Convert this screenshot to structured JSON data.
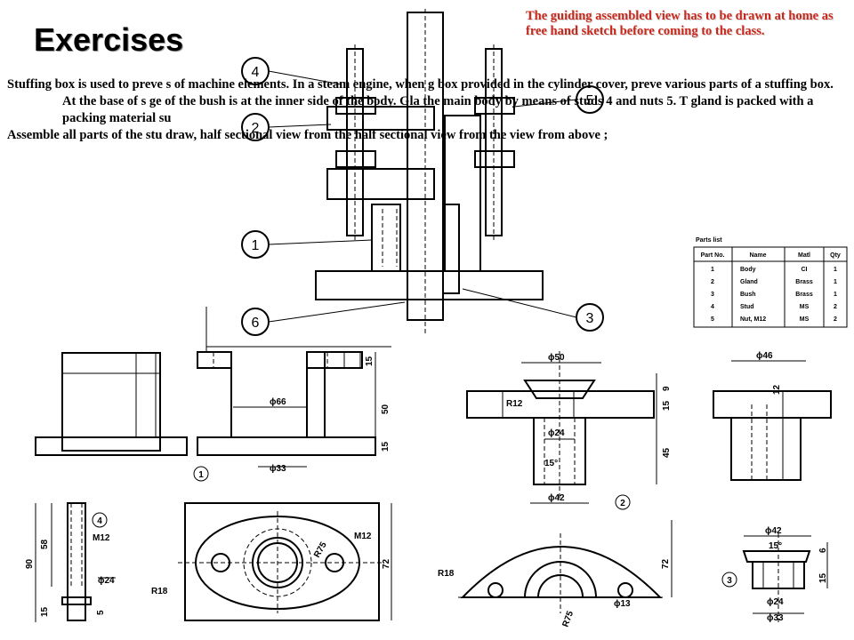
{
  "title": "Exercises",
  "note": "The guiding assembled view has to be drawn at home as free hand sketch before coming to the class.",
  "description": [
    "Stuffing box is used to preve                                                                                 s of machine elements. In a steam engine, when                                                                 g box provided in the cylinder cover, preve                                                          various parts of a stuffing box. At the base of s                                                   ge of the bush is at the inner side of the body. Gla                                               the main body by means of studs 4 and nuts 5. T                                                gland is packed with a packing material su"
  ],
  "task": "Assemble all parts of the stu                                                                      draw, half sectional view from the half sectional view from the view from above ;",
  "callouts": [
    "4",
    "2",
    "1",
    "6",
    "5",
    "3"
  ],
  "part_labels": [
    "1",
    "2",
    "3",
    "4"
  ],
  "dimensions": {
    "body": [
      "15",
      "50",
      "15",
      "ϕ66",
      "ϕ33"
    ],
    "gland": [
      "ϕ50",
      "R12",
      "ϕ24",
      "15°",
      "ϕ42",
      "15",
      "9",
      "45"
    ],
    "bush_top": [
      "ϕ46",
      "12"
    ],
    "stud": [
      "58",
      "M12",
      "90",
      "ϕ24",
      "15",
      "5"
    ],
    "body_plan": [
      "R75",
      "M12",
      "R18",
      "72"
    ],
    "gland_plan": [
      "R18",
      "R75",
      "ϕ13",
      "72"
    ],
    "bush": [
      "ϕ42",
      "15°",
      "6",
      "15",
      "ϕ24",
      "ϕ33"
    ]
  },
  "parts_list": {
    "title": "Parts list",
    "headers": [
      "Part No.",
      "Name",
      "Matl",
      "Qty"
    ],
    "rows": [
      [
        "1",
        "Body",
        "CI",
        "1"
      ],
      [
        "2",
        "Gland",
        "Brass",
        "1"
      ],
      [
        "3",
        "Bush",
        "Brass",
        "1"
      ],
      [
        "4",
        "Stud",
        "MS",
        "2"
      ],
      [
        "5",
        "Nut, M12",
        "MS",
        "2"
      ]
    ]
  },
  "colors": {
    "note": "#c8291c",
    "text": "#000000",
    "background": "#ffffff",
    "hatch": "#000000"
  }
}
